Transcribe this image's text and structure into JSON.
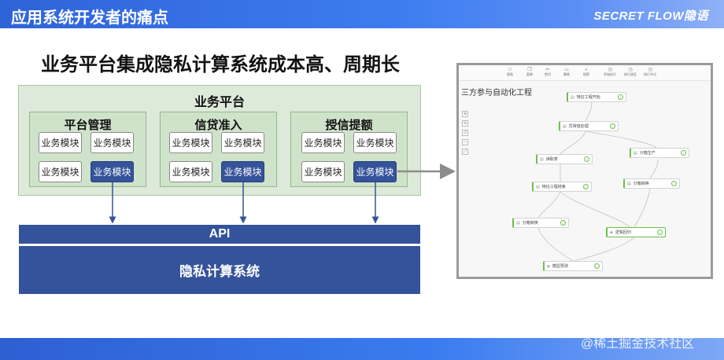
{
  "header": {
    "title": "应用系统开发者的痛点",
    "brand": "SECRET FLOW隐语"
  },
  "headline": "业务平台集成隐私计算系统成本高、周期长",
  "platform": {
    "title": "业务平台",
    "groups": [
      {
        "title": "平台管理",
        "modules": [
          "业务模块",
          "业务模块",
          "业务模块",
          "业务模块"
        ]
      },
      {
        "title": "信贷准入",
        "modules": [
          "业务模块",
          "业务模块",
          "业务模块",
          "业务模块"
        ]
      },
      {
        "title": "授信提额",
        "modules": [
          "业务模块",
          "业务模块",
          "业务模块",
          "业务模块"
        ]
      }
    ]
  },
  "api_label": "API",
  "system_label": "隐私计算系统",
  "screenshot": {
    "toolbar": [
      "粘贴",
      "复制",
      "剪切",
      "删除",
      "搜索",
      "开始执行",
      "执行选区",
      "执行节点"
    ],
    "canvas_title": "三方参与自动化工程",
    "side_buttons": [
      "⊕",
      "⊖",
      "⊙",
      "□",
      "⤢"
    ],
    "nodes": [
      "特征工程开始",
      "异常值处理",
      "读取表",
      "分箱生产",
      "特征工程结束",
      "分箱转换",
      "分箱转换",
      "逻辑回归",
      "模型预测"
    ]
  },
  "watermark": "@稀土掘金技术社区",
  "colors": {
    "module_dark": "#35539a",
    "group_bg": "#cfe3cb",
    "outer_bg": "#dde9d9",
    "node_ok": "#6cc04a"
  }
}
